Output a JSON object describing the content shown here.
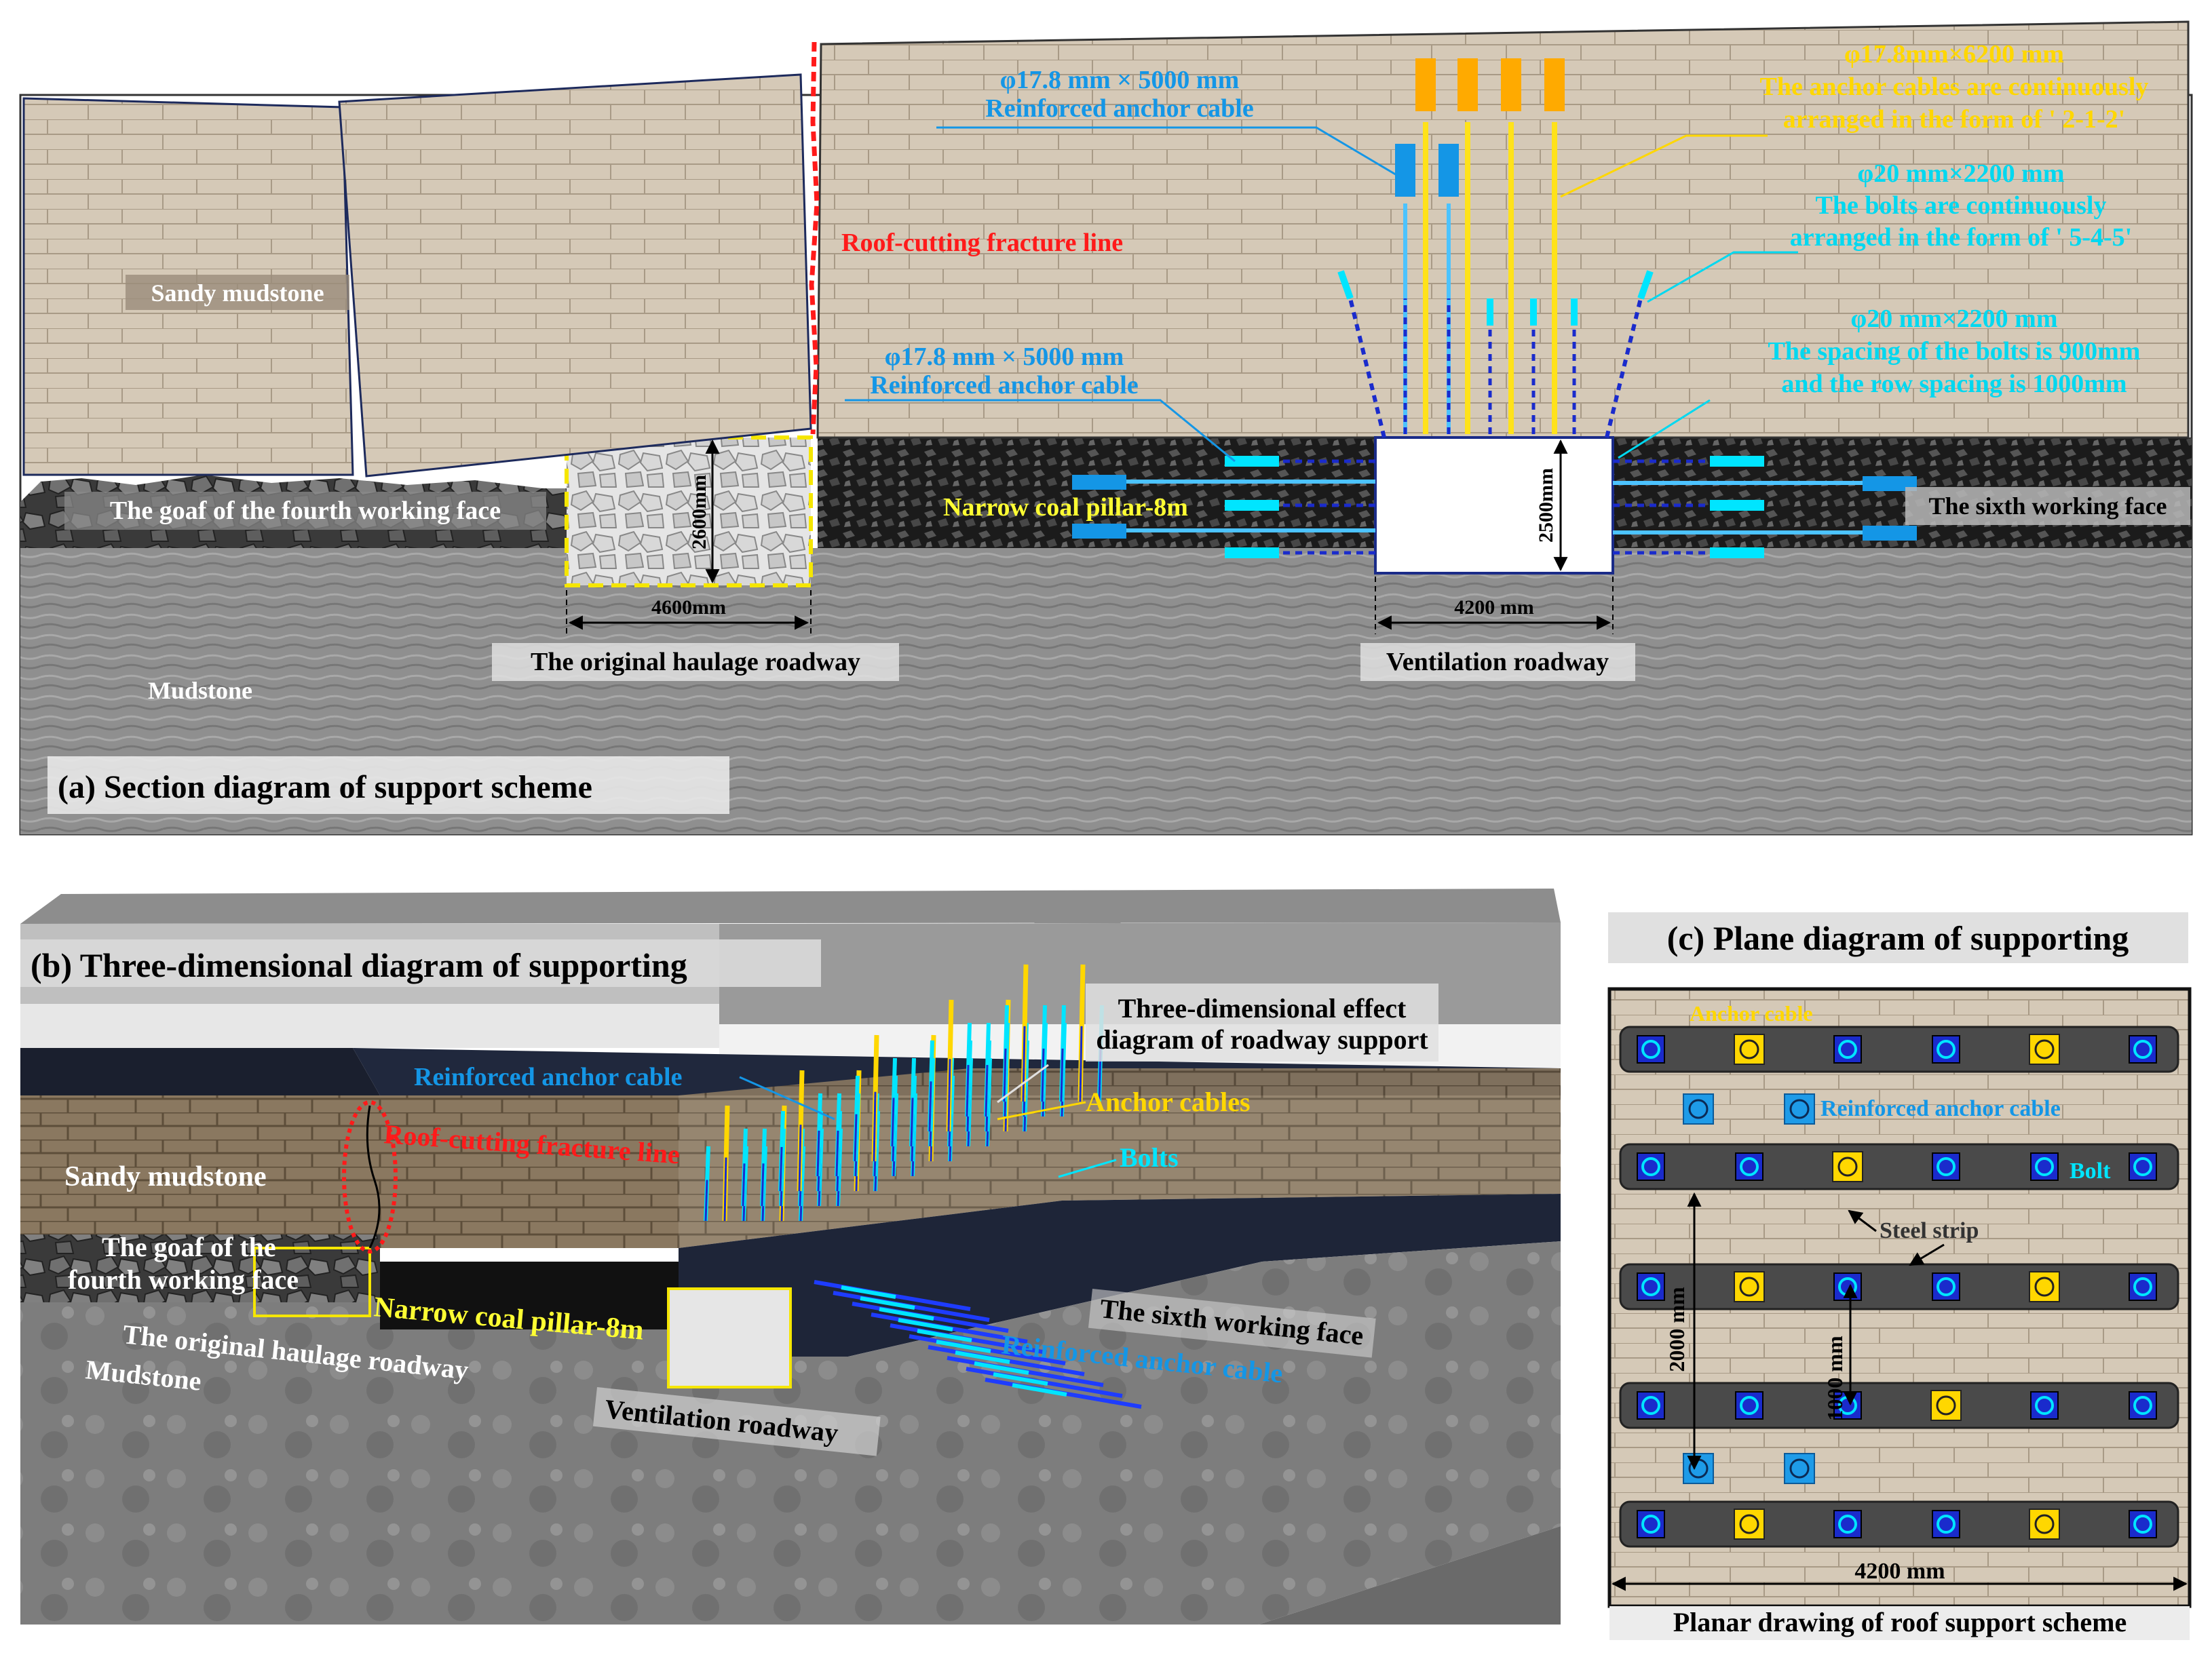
{
  "panel_a": {
    "title": "(a) Section diagram of support scheme",
    "sandy_mudstone": "Sandy mudstone",
    "mudstone": "Mudstone",
    "goaf": "The goaf of the fourth working face",
    "original_haulage": "The original haulage roadway",
    "ventilation": "Ventilation roadway",
    "sixth_face": "The sixth working face",
    "narrow_pillar": "Narrow coal pillar-8m",
    "fracture_line": "Roof-cutting fracture line",
    "dim_2600": "2600mm",
    "dim_4600": "4600mm",
    "dim_2500": "2500mm",
    "dim_4200": "4200 mm",
    "callout_cable_top_1": "φ17.8 mm × 5000 mm",
    "callout_cable_top_2": "Reinforced anchor cable",
    "callout_cable_left_1": "φ17.8 mm × 5000 mm",
    "callout_cable_left_2": "Reinforced anchor cable",
    "callout_anchor_1": "φ17.8mm×6200 mm",
    "callout_anchor_2": "The anchor cables are continuously",
    "callout_anchor_3": "arranged in the form of ' 2-1-2'",
    "callout_bolt_1": "φ20 mm×2200 mm",
    "callout_bolt_2": "The bolts are continuously",
    "callout_bolt_3": "arranged in the form of ' 5-4-5'",
    "callout_spacing_1": "φ20 mm×2200 mm",
    "callout_spacing_2": "The spacing of the bolts is 900mm",
    "callout_spacing_3": "and the row spacing is 1000mm"
  },
  "panel_b": {
    "title": "(b) Three-dimensional diagram of supporting",
    "effect_1": "Three-dimensional effect",
    "effect_2": "diagram of roadway support",
    "reinforced_cable": "Reinforced anchor cable",
    "anchor_cables": "Anchor cables",
    "bolts": "Bolts",
    "fracture_line": "Roof-cutting fracture line",
    "sandy_mudstone": "Sandy mudstone",
    "goaf_1": "The goaf of the",
    "goaf_2": "fourth working face",
    "narrow_pillar": "Narrow coal pillar-8m",
    "original_haulage": "The original haulage roadway",
    "mudstone": "Mudstone",
    "sixth_face": "The sixth working face",
    "reinforced_cable_low": "Reinforced anchor cable",
    "ventilation": "Ventilation roadway"
  },
  "panel_c": {
    "title": "(c) Plane diagram of supporting",
    "anchor_cable": "Anchor cable",
    "reinforced_cable": "Reinforced anchor cable",
    "bolt": "Bolt",
    "steel_strip": "Steel strip",
    "dim_2000": "2000 mm",
    "dim_1000": "1000 mm",
    "dim_4200": "4200 mm",
    "caption": "Planar drawing of roof support scheme"
  },
  "colors": {
    "anchor_cable": "#ffd700",
    "bolt": "#00e5ff",
    "reinforced_cable": "#1e9be8",
    "fracture_line": "#ff1a1a",
    "callout_cyan": "#00d8f0",
    "callout_blue": "#1496e6"
  }
}
